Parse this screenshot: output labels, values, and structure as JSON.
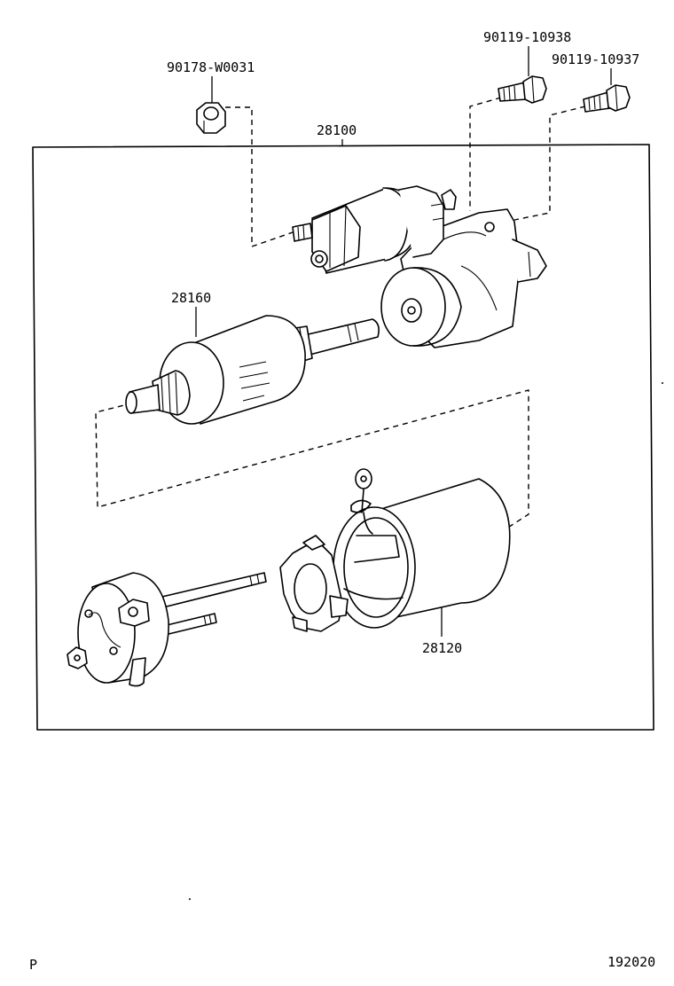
{
  "diagram": {
    "part_labels": {
      "p90178_w0031": "90178-W0031",
      "p90119_10938": "90119-10938",
      "p90119_10937": "90119-10937",
      "p28100": "28100",
      "p28160": "28160",
      "p28120": "28120"
    },
    "corner_left": "P",
    "corner_right": "192020"
  }
}
